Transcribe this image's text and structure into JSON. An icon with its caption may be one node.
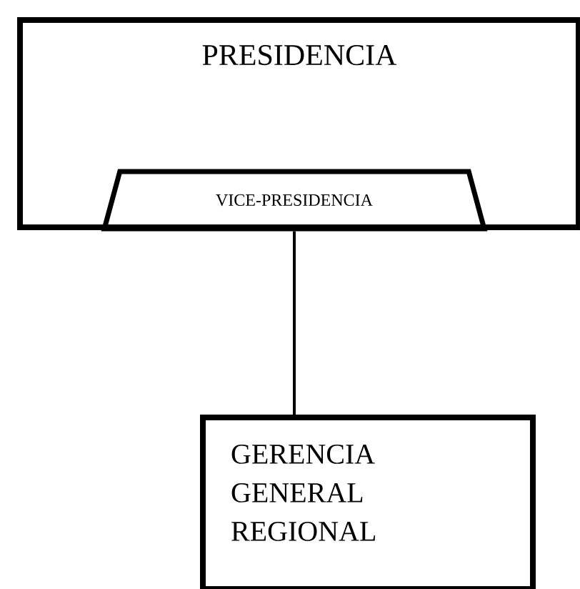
{
  "diagram": {
    "nodes": [
      {
        "text": [
          "PRESIDENCIA"
        ]
      },
      {
        "text": [
          "VICE-PRESIDENCIA"
        ],
        "in": 0
      },
      {
        "text": [
          "GERENCIA GENERAL REGIONAL"
        ]
      }
    ],
    "edges": [
      {
        "from": 1,
        "to": 2,
        "arrow": "none"
      }
    ]
  }
}
